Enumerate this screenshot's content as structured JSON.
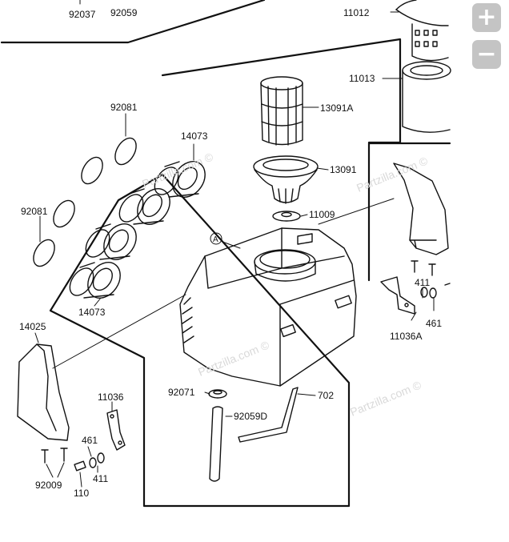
{
  "watermark": "Partzilla.com ©",
  "labels": {
    "p92037": "92037",
    "p92059": "92059",
    "p11012": "11012",
    "p11013": "11013",
    "p13091A": "13091A",
    "p13091": "13091",
    "p11009": "11009",
    "p92081a": "92081",
    "p92081b": "92081",
    "p14073a": "14073",
    "p14073b": "14073",
    "ref_a": "A",
    "p14025": "14025",
    "p411_right": "411",
    "p461_right": "461",
    "p11036A": "11036A",
    "p11036": "11036",
    "p461_left": "461",
    "p411_left": "411",
    "p110": "110",
    "p92009": "92009",
    "p92071": "92071",
    "p92059D": "92059D",
    "p702": "702"
  },
  "controls": {
    "zoom_in": "+",
    "zoom_out": "−"
  },
  "colors": {
    "line": "#111111",
    "watermark": "#d9d9d9",
    "zoom_button": "#c4c4c4"
  }
}
